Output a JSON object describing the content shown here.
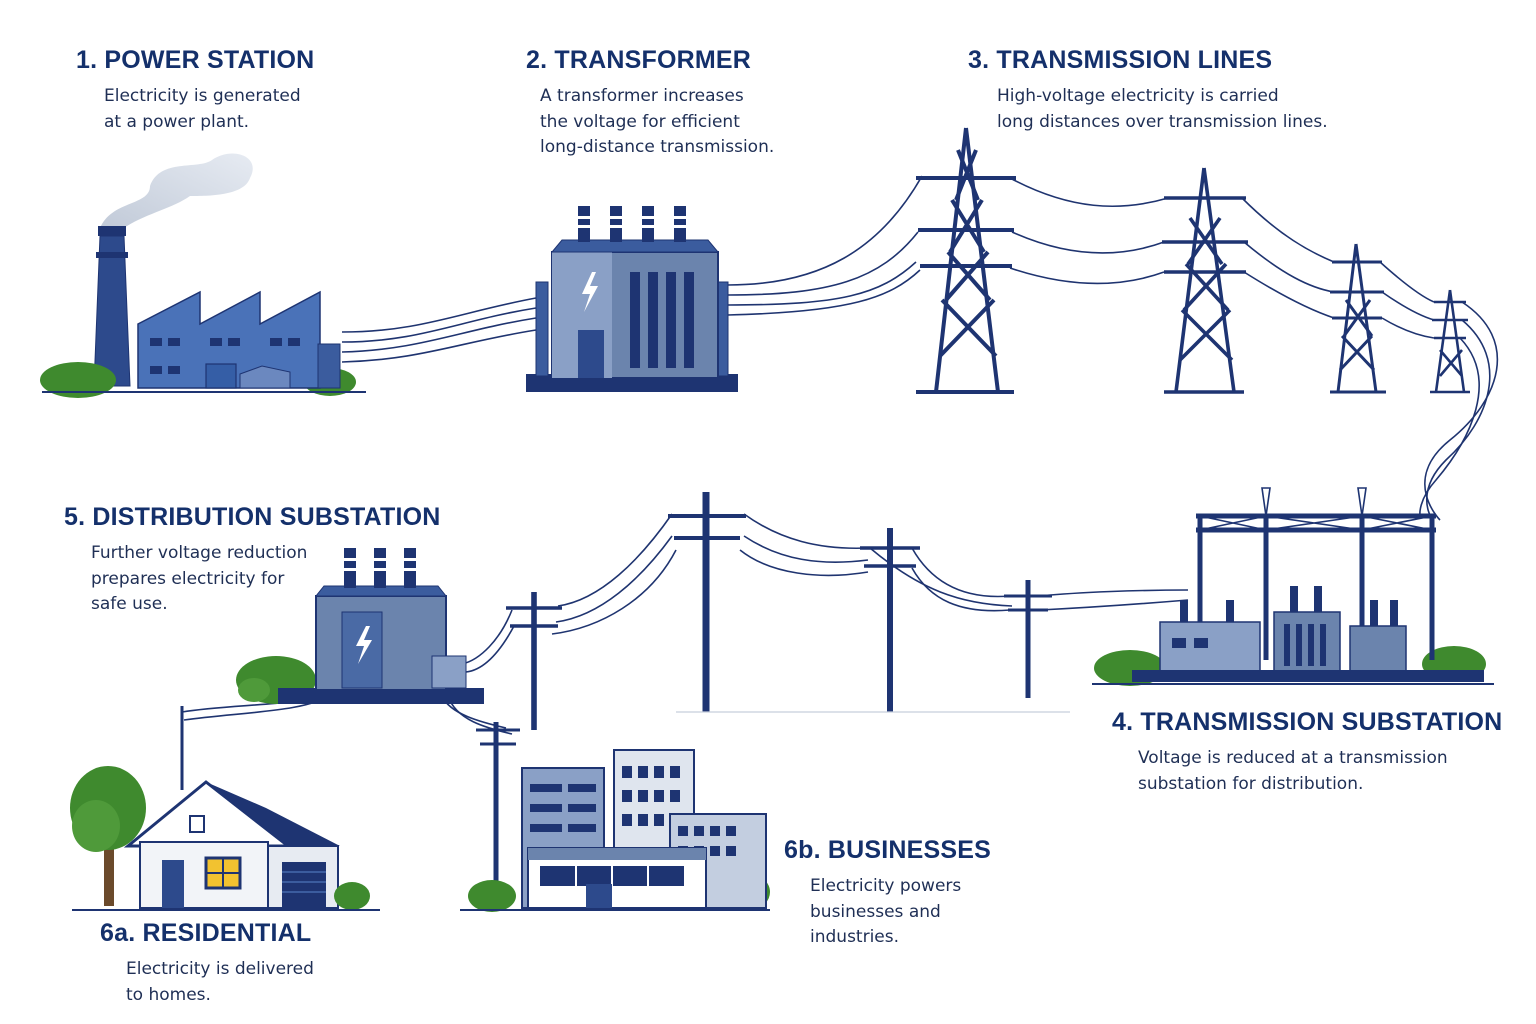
{
  "steps": [
    {
      "id": "power-station",
      "title": "1. POWER STATION",
      "lines": [
        "Electricity is generated",
        "at a power plant."
      ]
    },
    {
      "id": "transformer",
      "title": "2. TRANSFORMER",
      "lines": [
        "A transformer increases",
        "the voltage for efficient",
        "long-distance transmission."
      ]
    },
    {
      "id": "transmission-lines",
      "title": "3. TRANSMISSION LINES",
      "lines": [
        "High-voltage electricity is carried",
        "long distances over transmission lines."
      ]
    },
    {
      "id": "transmission-substation",
      "title": "4. TRANSMISSION SUBSTATION",
      "lines": [
        "Voltage is reduced at a transmission",
        "substation for distribution."
      ]
    },
    {
      "id": "distribution-substation",
      "title": "5. DISTRIBUTION SUBSTATION",
      "lines": [
        "Further voltage reduction",
        "prepares electricity for",
        "safe use."
      ]
    },
    {
      "id": "residential",
      "title": "6a. RESIDENTIAL",
      "lines": [
        "Electricity is delivered",
        "to homes."
      ]
    },
    {
      "id": "businesses",
      "title": "6b. BUSINESSES",
      "lines": [
        "Electricity powers",
        "businesses and",
        "industries."
      ]
    }
  ],
  "icons": {
    "power-station": "factory-icon",
    "transformer": "transformer-icon",
    "transmission-lines": "pylon-icon",
    "transmission-substation": "substation-icon",
    "distribution-substation": "distribution-box-icon",
    "residential": "house-icon",
    "businesses": "office-buildings-icon"
  },
  "colors": {
    "heading": "#14306b",
    "body": "#1f2f55",
    "steel": "#1e3472",
    "building": "#4a72b8",
    "bolt": "#ffffff",
    "tree": "#3f8a2e",
    "window_lit": "#f2c230"
  }
}
